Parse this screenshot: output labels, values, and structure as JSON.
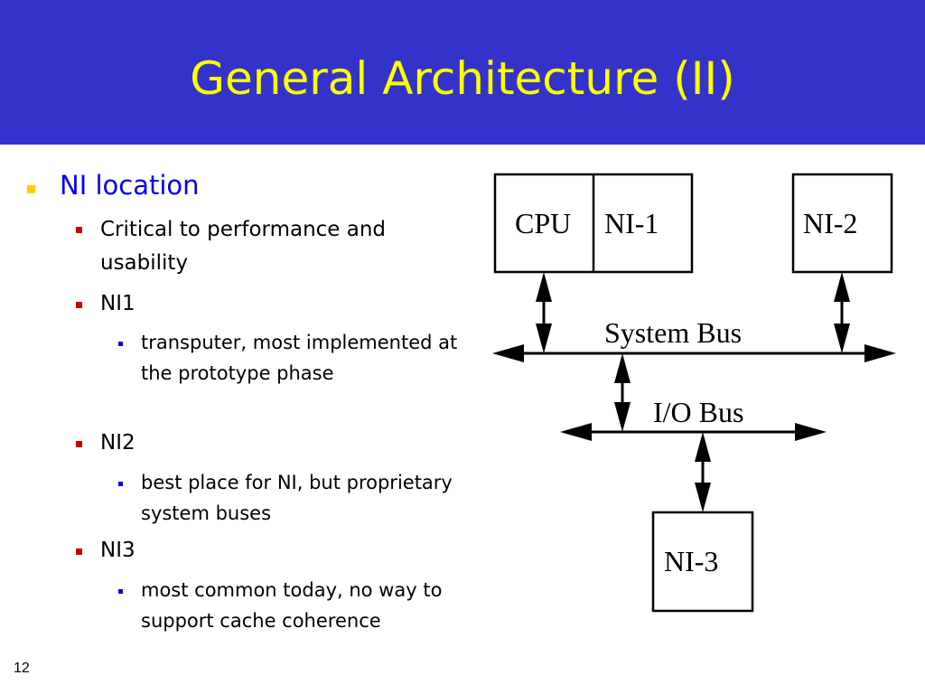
{
  "slide": {
    "title": "General Architecture (II)",
    "page_number": "12"
  },
  "bullets": {
    "l1": "NI location",
    "critical": "Critical to performance and usability",
    "ni1": "NI1",
    "ni1_sub": "transputer, most implemented at the prototype phase",
    "ni2": "NI2",
    "ni2_sub": "best place for NI, but proprietary system buses",
    "ni3": "NI3",
    "ni3_sub": "most common today, no way to support cache coherence"
  },
  "diagram": {
    "cpu": "CPU",
    "ni1": "NI-1",
    "ni2": "NI-2",
    "ni3": "NI-3",
    "system_bus": "System Bus",
    "io_bus": "I/O Bus"
  },
  "colors": {
    "title_bar": "#3333cc",
    "title_text": "#ffff00",
    "level1_text": "#0000ee",
    "level1_marker": "#ffcc00",
    "level2_marker": "#cc0000",
    "level3_marker": "#0000ee"
  }
}
